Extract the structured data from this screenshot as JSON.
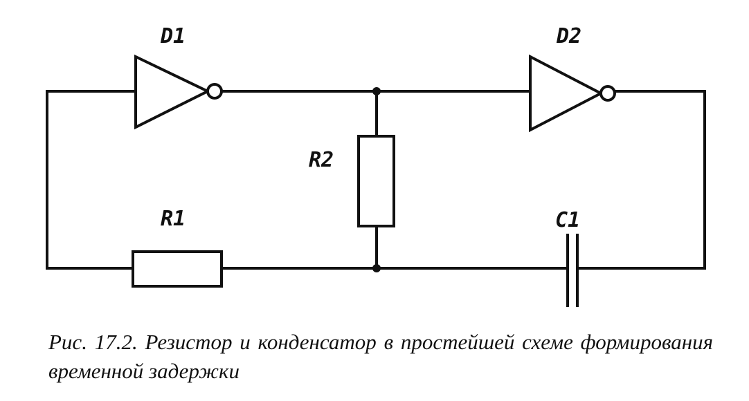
{
  "diagram": {
    "components": {
      "D1": {
        "label": "D1"
      },
      "D2": {
        "label": "D2"
      },
      "R1": {
        "label": "R1"
      },
      "R2": {
        "label": "R2"
      },
      "C1": {
        "label": "C1"
      }
    },
    "caption": "Рис. 17.2. Резистор и конденсатор в простейшей схеме формирования временной задержки"
  }
}
